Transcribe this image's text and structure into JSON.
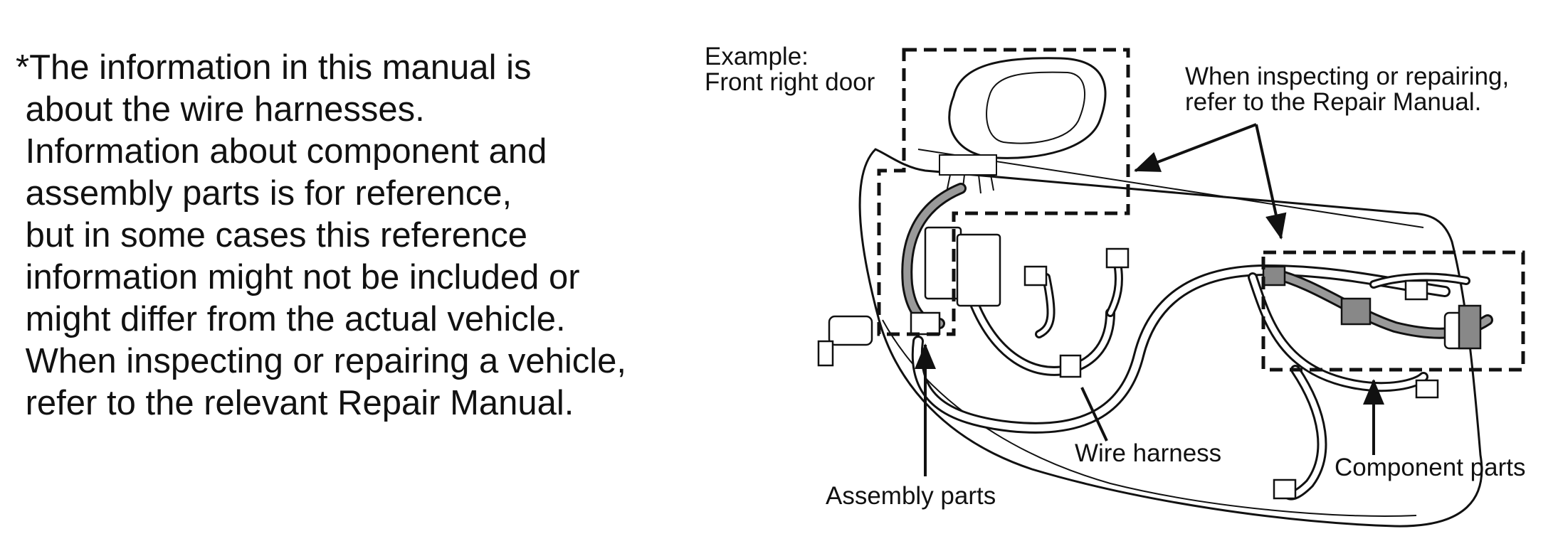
{
  "note": {
    "lines": [
      "*The information in this manual is",
      " about the wire harnesses.",
      " Information about component and",
      " assembly parts is for reference,",
      " but in some cases this reference",
      " information might not be included or",
      " might differ from the actual vehicle.",
      " When inspecting or repairing a vehicle,",
      " refer to the relevant Repair Manual."
    ]
  },
  "diagram": {
    "example_label": [
      "Example:",
      "Front right door"
    ],
    "repair_callout": [
      "When inspecting or repairing,",
      "refer to the Repair Manual."
    ],
    "wire_harness_label": "Wire harness",
    "assembly_parts_label": "Assembly parts",
    "component_parts_label": "Component parts"
  }
}
